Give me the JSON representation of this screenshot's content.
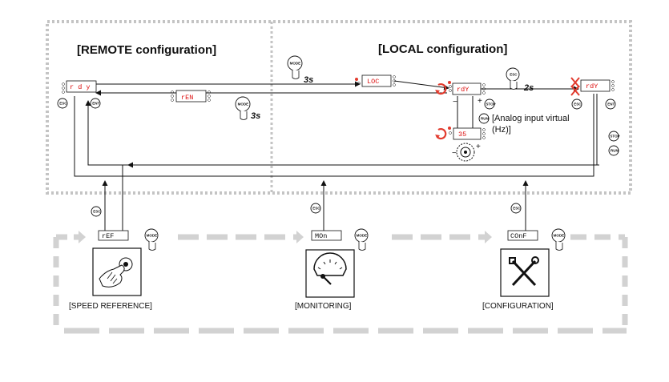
{
  "titles": {
    "remote": "[REMOTE configuration]",
    "local": "[LOCAL configuration]"
  },
  "displays": {
    "remote_rdy": "r d y",
    "ren": "rEN",
    "loc": "LOC",
    "local_rdy": "rdY",
    "local_rdy2": "rdY",
    "value": "35",
    "ref": "rEF",
    "mon": "MOn",
    "conf": "COnF"
  },
  "durations": {
    "mode_3s_top": "3s",
    "mode_3s_bottom": "3s",
    "esc_2s": "2s"
  },
  "notes": {
    "analog_line1": "[Analog input virtual",
    "analog_line2": "(Hz)]"
  },
  "keys": {
    "mode": "MODE",
    "esc": "ESC",
    "ent": "ENT",
    "run": "RUN",
    "stop": "STOP",
    "plus": "+",
    "minus": "−"
  },
  "menus": {
    "speed_reference": "[SPEED REFERENCE]",
    "monitoring": "[MONITORING]",
    "configuration": "[CONFIGURATION]"
  },
  "colors": {
    "display_text": "#d11111",
    "arrows_red": "#e23b2e",
    "dotted_frame": "#c4c4c4",
    "dashed_loop": "#d2d2d2"
  }
}
